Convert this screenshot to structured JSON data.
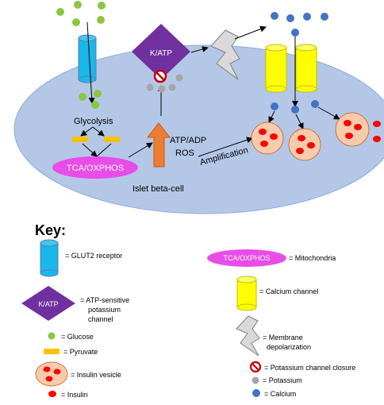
{
  "diagram": {
    "cell_label": "Islet beta-cell",
    "glycolysis_label": "Glycolysis",
    "tca_label": "TCA/OXPHOS",
    "katp_label": "K/ATP",
    "atp_adp_label": "ATP/ADP",
    "ros_label": "ROS",
    "amplification_label": "Amplification"
  },
  "key": {
    "title": "Key:",
    "glut2": "= GLUT2 receptor",
    "katp_icon_label": "K/ATP",
    "katp_line1": "= ATP-sensitive",
    "katp_line2": "potassium",
    "katp_line3": "channel",
    "glucose": "= Glucose",
    "pyruvate": "= Pyruvate",
    "vesicle": "= Insulin vesicle",
    "insulin": "= Insulin",
    "mito_icon_label": "TCA/OXPHOS",
    "mito": "= Mitochondria",
    "calcium_channel": "= Calcium channel",
    "membrane_line1": "= Membrane",
    "membrane_line2": "depolarization",
    "k_closure": "= Potassium channel closure",
    "potassium": "= Potassium",
    "calcium": "= Calcium"
  },
  "colors": {
    "cell": "#b4c7e7",
    "cell_stroke": "#8ea9db",
    "glut2": "#1ab7ea",
    "glucose": "#8cc63f",
    "pyruvate": "#ffc000",
    "mitochondria": "#e84de8",
    "katp": "#7030a0",
    "calcium_channel": "#ffff00",
    "calcium": "#4472c4",
    "potassium": "#a6a6a6",
    "insulin": "#ff0000",
    "vesicle": "#f8cbad",
    "amplification_arrow": "#ed7d31",
    "closure": "#c00000"
  },
  "icons": [
    "glut2-receptor-icon",
    "k-atp-channel-icon",
    "glucose-icon",
    "pyruvate-icon",
    "insulin-vesicle-icon",
    "insulin-icon",
    "mitochondria-icon",
    "calcium-channel-icon",
    "membrane-depolarization-icon",
    "potassium-channel-closure-icon",
    "potassium-icon",
    "calcium-icon"
  ]
}
